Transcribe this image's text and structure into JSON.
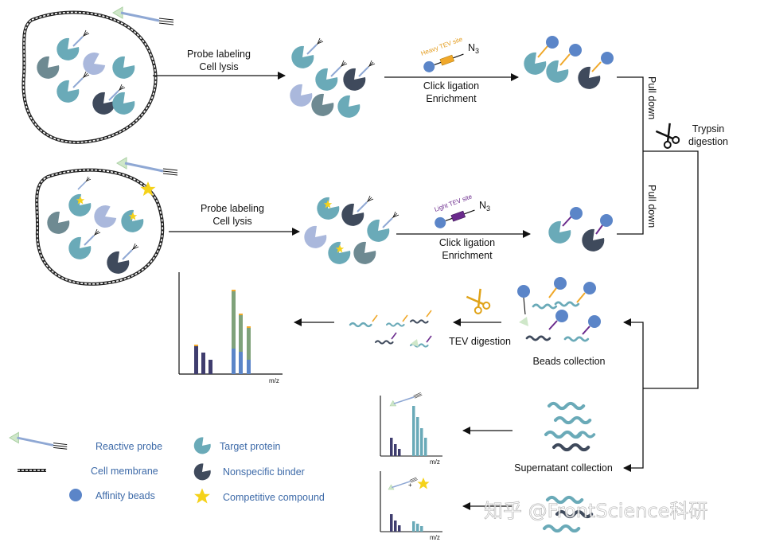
{
  "steps": {
    "probe_labeling": "Probe labeling",
    "cell_lysis": "Cell lysis",
    "click_ligation": "Click ligation",
    "enrichment": "Enrichment",
    "pull_down": "Pull down",
    "trypsin": "Trypsin",
    "digestion": "digestion",
    "tev_digestion": "TEV digestion",
    "beads_collection": "Beads collection",
    "supernatant_collection": "Supernatant collection"
  },
  "tags": {
    "heavy_tev_site": "Heavy TEV site",
    "light_tev_site": "Light TEV site",
    "azide_n": "N",
    "azide_sub": "3"
  },
  "spectra": {
    "axis_label": "m/z",
    "plus": "+"
  },
  "legend": {
    "reactive_probe": "Reactive probe",
    "cell_membrane": "Cell membrane",
    "affinity_beads": "Affinity beads",
    "target_protein": "Target protein",
    "nonspecific_binder": "Nonspecific binder",
    "competitive_compound": "Competitive compound"
  },
  "watermark": "知乎 @FrontScience科研",
  "colors": {
    "target_protein": "#6aaab8",
    "nonspecific_binder": "#3f4a5c",
    "gray_protein": "#6e8a92",
    "light_protein": "#aab8dc",
    "affinity_bead": "#5b85c8",
    "heavy_tag": "#f0a82a",
    "light_tag": "#6a2a8c",
    "star": "#f5d21a",
    "legend_text": "#3d6aa8"
  }
}
